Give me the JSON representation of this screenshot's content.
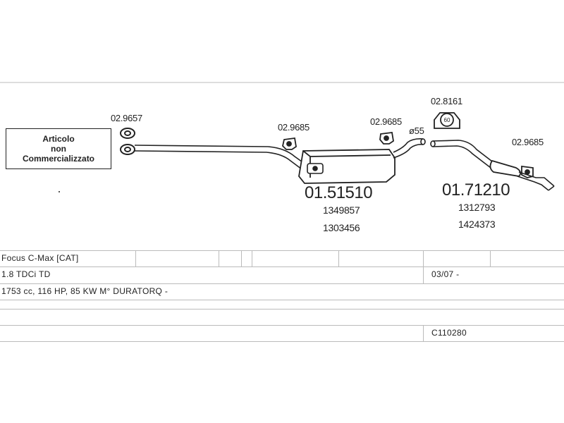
{
  "notice": {
    "line1": "Articolo",
    "line2": "non",
    "line3": "Commercializzato"
  },
  "parts": {
    "gasket_left": "02.9657",
    "hanger_1": "02.9685",
    "hanger_2": "02.9685",
    "clamp": "02.8161",
    "clamp_size": "60",
    "pipe_diameter": "ø55",
    "hanger_3": "02.9685",
    "middle_silencer": {
      "code": "01.51510",
      "ref1": "1349857",
      "ref2": "1303456"
    },
    "rear_silencer": {
      "code": "01.71210",
      "ref1": "1312793",
      "ref2": "1424373"
    }
  },
  "table": {
    "model": "Focus C-Max [CAT]",
    "engine": "1.8 TDCi TD",
    "date": "03/07 -",
    "spec": "1753 cc, 116 HP, 85 KW M° DURATORQ -",
    "kit_code": "C110280"
  }
}
